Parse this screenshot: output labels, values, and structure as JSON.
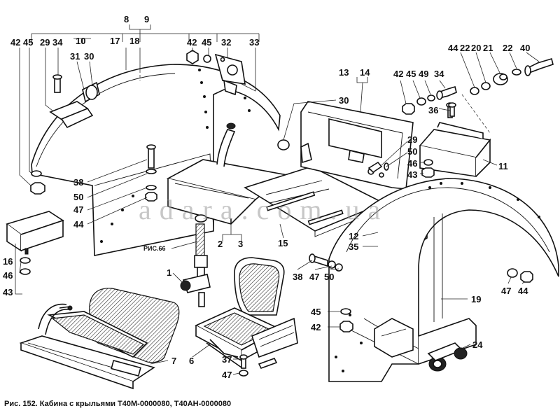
{
  "caption": "Рис. 152. Кабина с крыльями Т40М-0000080, Т40АН-0000080",
  "watermark": "a d a r a . c o m . u a",
  "figure_ref": "РИС.66",
  "callouts": {
    "c42a": "42",
    "c45a": "45",
    "c29a": "29",
    "c34a": "34",
    "c10": "10",
    "c31": "31",
    "c30a": "30",
    "c17": "17",
    "c18": "18",
    "c8": "8",
    "c9": "9",
    "c42b": "42",
    "c45b": "45",
    "c32": "32",
    "c33": "33",
    "c44a": "44",
    "c22a": "22",
    "c20": "20",
    "c21": "21",
    "c22b": "22",
    "c40": "40",
    "c13": "13",
    "c14": "14",
    "c42c": "42",
    "c45c": "45",
    "c49": "49",
    "c34b": "34",
    "c36": "36",
    "c30b": "30",
    "c29b": "29",
    "c50a": "50",
    "c46a": "46",
    "c43a": "43",
    "c11": "11",
    "c38a": "38",
    "c50b": "50",
    "c47a": "47",
    "c44b": "44",
    "c2": "2",
    "c3": "3",
    "c15": "15",
    "c12": "12",
    "c35": "35",
    "c16": "16",
    "c46b": "46",
    "c43b": "43",
    "c1": "1",
    "c38b": "38",
    "c47b": "47",
    "c50c": "50",
    "c47c": "47",
    "c44c": "44",
    "c19": "19",
    "c45d": "45",
    "c42d": "42",
    "c24": "24",
    "c7": "7",
    "c6": "6",
    "c37": "37",
    "c47d": "47"
  }
}
